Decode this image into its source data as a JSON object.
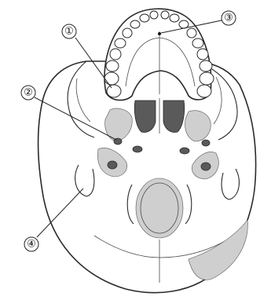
{
  "figure": {
    "callouts": [
      {
        "id": "callout-1",
        "label": "①"
      },
      {
        "id": "callout-2",
        "label": "②"
      },
      {
        "id": "callout-3",
        "label": "③"
      },
      {
        "id": "callout-4",
        "label": "④"
      }
    ]
  }
}
